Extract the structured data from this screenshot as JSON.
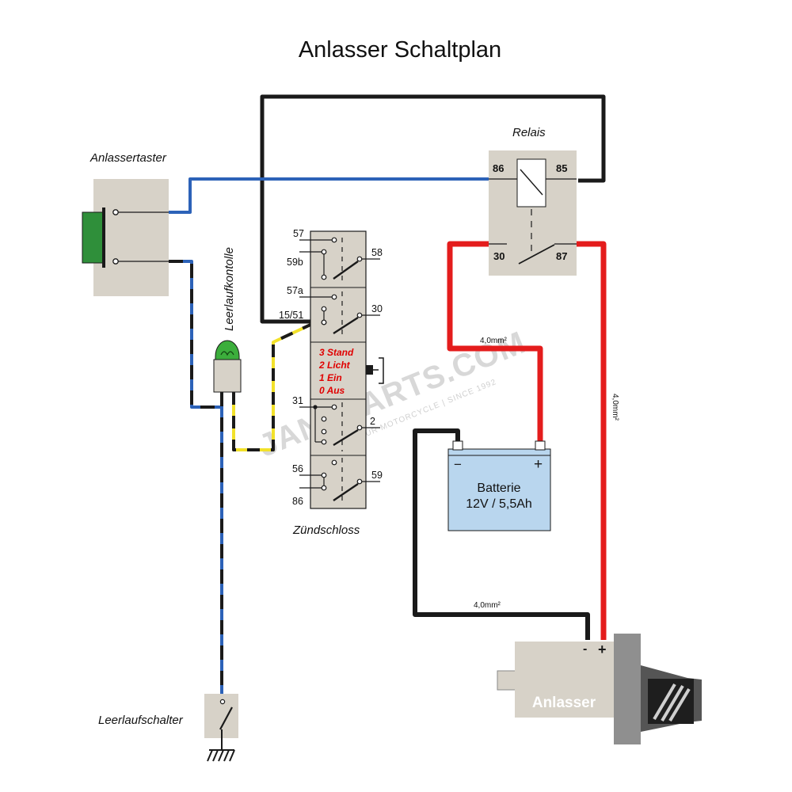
{
  "title": "Anlasser Schaltplan",
  "labels": {
    "anlassertaster": "Anlassertaster",
    "leerlaufkontrolle": "Leerlaufkontolle",
    "leerlaufschalter": "Leerlaufschalter",
    "zuendschloss": "Zündschloss",
    "relais": "Relais",
    "anlasser": "Anlasser"
  },
  "relay_pins": {
    "p86": "86",
    "p85": "85",
    "p30": "30",
    "p87": "87"
  },
  "switch_terminals": {
    "t57": "57",
    "t59b": "59b",
    "t58": "58",
    "t57a": "57a",
    "t30": "30",
    "t1551": "15/51",
    "t31": "31",
    "t2": "2",
    "t56": "56",
    "t86": "86",
    "t59": "59"
  },
  "switch_positions": [
    "3 Stand",
    "2 Licht",
    "1 Ein",
    "0 Aus"
  ],
  "battery": {
    "name": "Batterie",
    "spec": "12V / 5,5Ah",
    "minus": "−",
    "plus": "+"
  },
  "starter_polarity": {
    "minus": "-",
    "plus": "+"
  },
  "wire_sizes": {
    "relay_to_battery": "4,0mm²",
    "relay_to_starter": "4,0mm²",
    "battery_to_starter": "4,0mm²"
  },
  "watermark": {
    "brand": "JANAPARTS.COM",
    "tagline": "THE ... YOUR MOTORCYCLE | SINCE 1992"
  },
  "colors": {
    "wire_black": "#1a1a1a",
    "wire_blue": "#2c62b8",
    "wire_red": "#e41c1c",
    "wire_yellow": "#f2e12a",
    "component_fill": "#d7d2c8",
    "battery_fill": "#b9d6ee",
    "button_green": "#2f8f3a",
    "lamp_green": "#3cae3c",
    "position_text": "#e00000"
  }
}
